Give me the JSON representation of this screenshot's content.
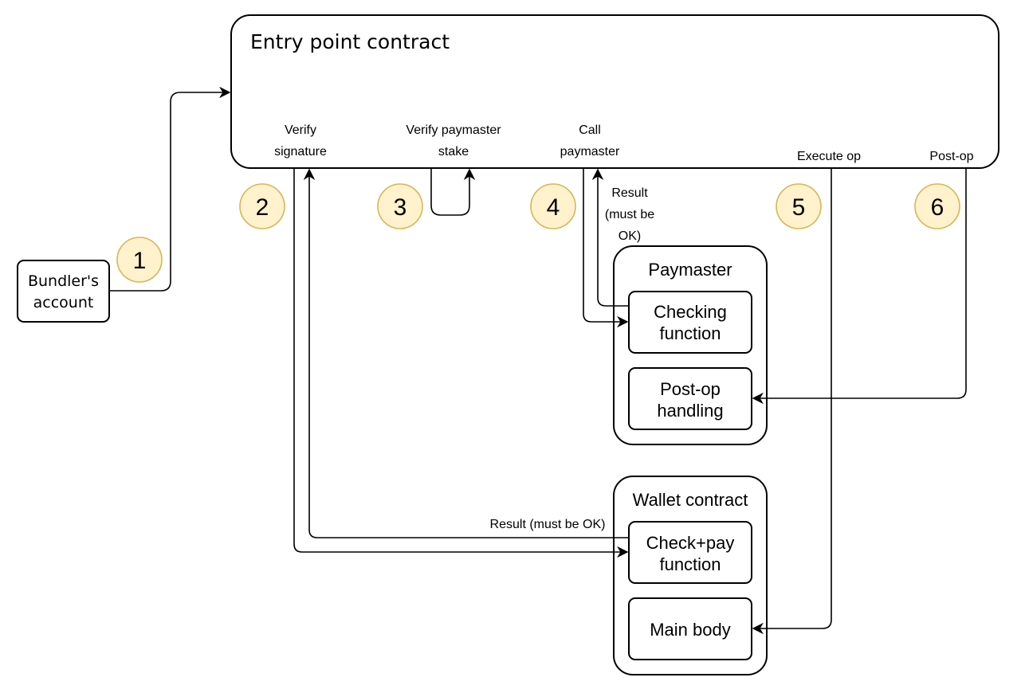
{
  "entry_point": {
    "title": "Entry point contract",
    "verify_signature": [
      "Verify",
      "signature"
    ],
    "verify_paymaster_stake": [
      "Verify paymaster",
      "stake"
    ],
    "call_paymaster": [
      "Call",
      "paymaster"
    ],
    "execute_op": "Execute op",
    "post_op": "Post-op"
  },
  "bundler": {
    "label": [
      "Bundler's",
      "account"
    ]
  },
  "paymaster": {
    "title": "Paymaster",
    "checking_function": [
      "Checking",
      "function"
    ],
    "post_op_handling": [
      "Post-op",
      "handling"
    ],
    "result_label": [
      "Result",
      "(must be",
      "OK)"
    ]
  },
  "wallet": {
    "title": "Wallet contract",
    "check_pay": [
      "Check+pay",
      "function"
    ],
    "main_body": "Main body",
    "result_label": "Result (must be OK)"
  },
  "steps": [
    "1",
    "2",
    "3",
    "4",
    "5",
    "6"
  ],
  "colors": {
    "badge_fill": "#fff2cc",
    "badge_stroke": "#d6b656",
    "line": "#000000"
  }
}
